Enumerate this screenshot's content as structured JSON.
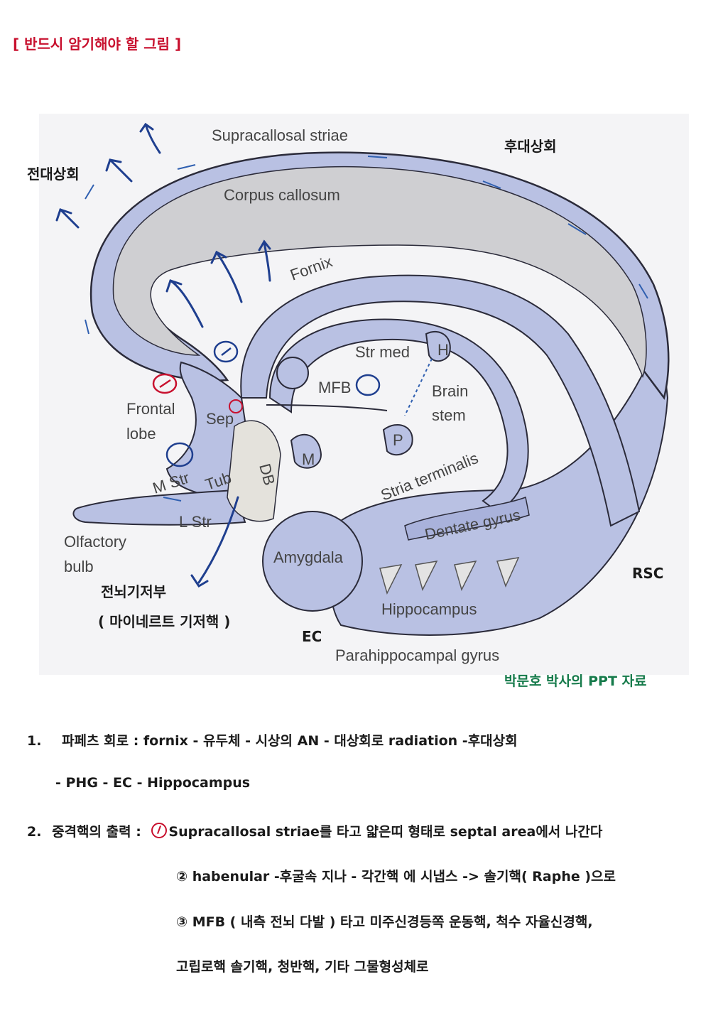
{
  "header": {
    "title": "[ 반드시 암기해야 할 그림 ]"
  },
  "diagram": {
    "labels": {
      "supracallosal": "Supracallosal striae",
      "corpus_callosum": "Corpus callosum",
      "fornix": "Fornix",
      "str_med": "Str med",
      "h": "H",
      "mfb": "MFB",
      "brain": "Brain",
      "stem": "stem",
      "p": "P",
      "frontal": "Frontal",
      "lobe": "lobe",
      "sep": "Sep",
      "m": "M",
      "m_str": "M Str",
      "tub": "Tub",
      "db": "DB",
      "l_str": "L Str",
      "stria_terminalis": "Stria terminalis",
      "olfactory": "Olfactory",
      "bulb": "bulb",
      "amygdala": "Amygdala",
      "dentate": "Dentate gyrus",
      "hippocampus": "Hippocampus",
      "parahippocampal": "Parahippocampal gyrus"
    },
    "korean_labels": {
      "anterior_cingulate": "전대상회",
      "posterior_cingulate": "후대상회",
      "basal_forebrain": "전뇌기저부",
      "meynert": "( 마이네르트 기저핵 )",
      "ec": "EC",
      "rsc": "RSC"
    },
    "credit": "박문호 박사의 PPT 자료",
    "colors": {
      "structure": "#b9c1e3",
      "outline": "#2b2b3a",
      "arrow": "#2f5fb0",
      "ink_blue": "#1f3f8f",
      "ink_red": "#c8102e",
      "callosum": "#cfcfd2"
    }
  },
  "notes": {
    "n1_num": "1.",
    "n1_text": "파페츠 회로  :  fornix - 유두체 -  시상의 AN -  대상회로  radiation  -후대상회",
    "n1_cont": "-  PHG - EC - Hippocampus",
    "n2_num": "2.",
    "n2_head": "중격핵의 출력  :",
    "n2_item1": "Supracallosal striae를 타고 얇은띠 형태로  septal area에서 나간다",
    "n2_item2": "② habenular -후굴속 지나 -  각간핵 에 시냅스 ->  솔기핵( Raphe )으로",
    "n2_item3": "③ MFB ( 내측 전뇌 다발 ) 타고  미주신경등쪽 운동핵, 척수 자율신경핵,",
    "n2_item4": "고립로핵 솔기핵, 청반핵, 기타 그물형성체로"
  }
}
